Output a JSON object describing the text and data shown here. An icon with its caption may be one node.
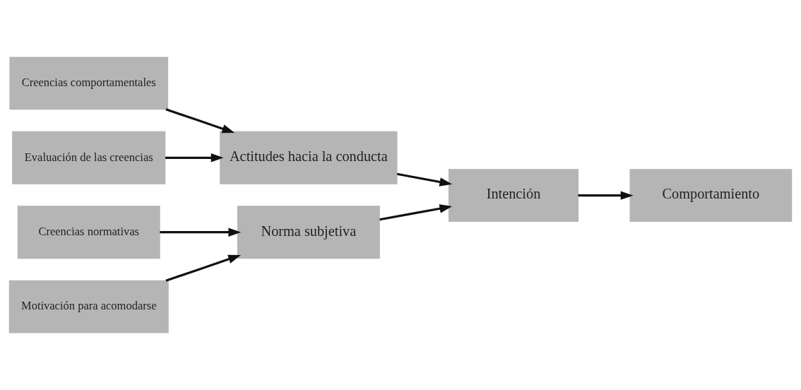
{
  "diagram": {
    "nodes": [
      {
        "text": [
          "Creencias comportamentales"
        ]
      },
      {
        "text": [
          "Evaluación de las creencias"
        ]
      },
      {
        "text": [
          "Creencias normativas"
        ]
      },
      {
        "text": [
          "Motivación para acomodarse"
        ]
      },
      {
        "text": [
          "Actitudes hacia la conducta"
        ]
      },
      {
        "text": [
          "Norma subjetiva"
        ]
      },
      {
        "text": [
          "Intención"
        ]
      },
      {
        "text": [
          "Comportamiento"
        ]
      }
    ],
    "edges": [
      {
        "from": 0,
        "to": 4,
        "arrow": "to"
      },
      {
        "from": 1,
        "to": 4,
        "arrow": "to"
      },
      {
        "from": 2,
        "to": 5,
        "arrow": "to"
      },
      {
        "from": 3,
        "to": 5,
        "arrow": "to"
      },
      {
        "from": 4,
        "to": 6,
        "arrow": "to"
      },
      {
        "from": 5,
        "to": 6,
        "arrow": "to"
      },
      {
        "from": 6,
        "to": 7,
        "arrow": "to"
      }
    ]
  }
}
